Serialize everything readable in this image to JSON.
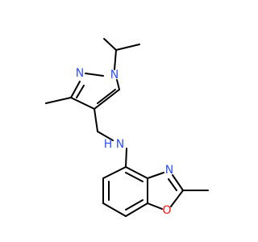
{
  "colors": {
    "bond": "#000000",
    "nitrogen": "#3050F8",
    "oxygen": "#FF0D0D",
    "background": "#ffffff"
  },
  "atom_labels": {
    "n_pyrazole_1": "N",
    "n_pyrazole_2": "N",
    "n_amine": "N",
    "h_amine": "H",
    "n_oxazole": "N",
    "o_oxazole": "O"
  }
}
